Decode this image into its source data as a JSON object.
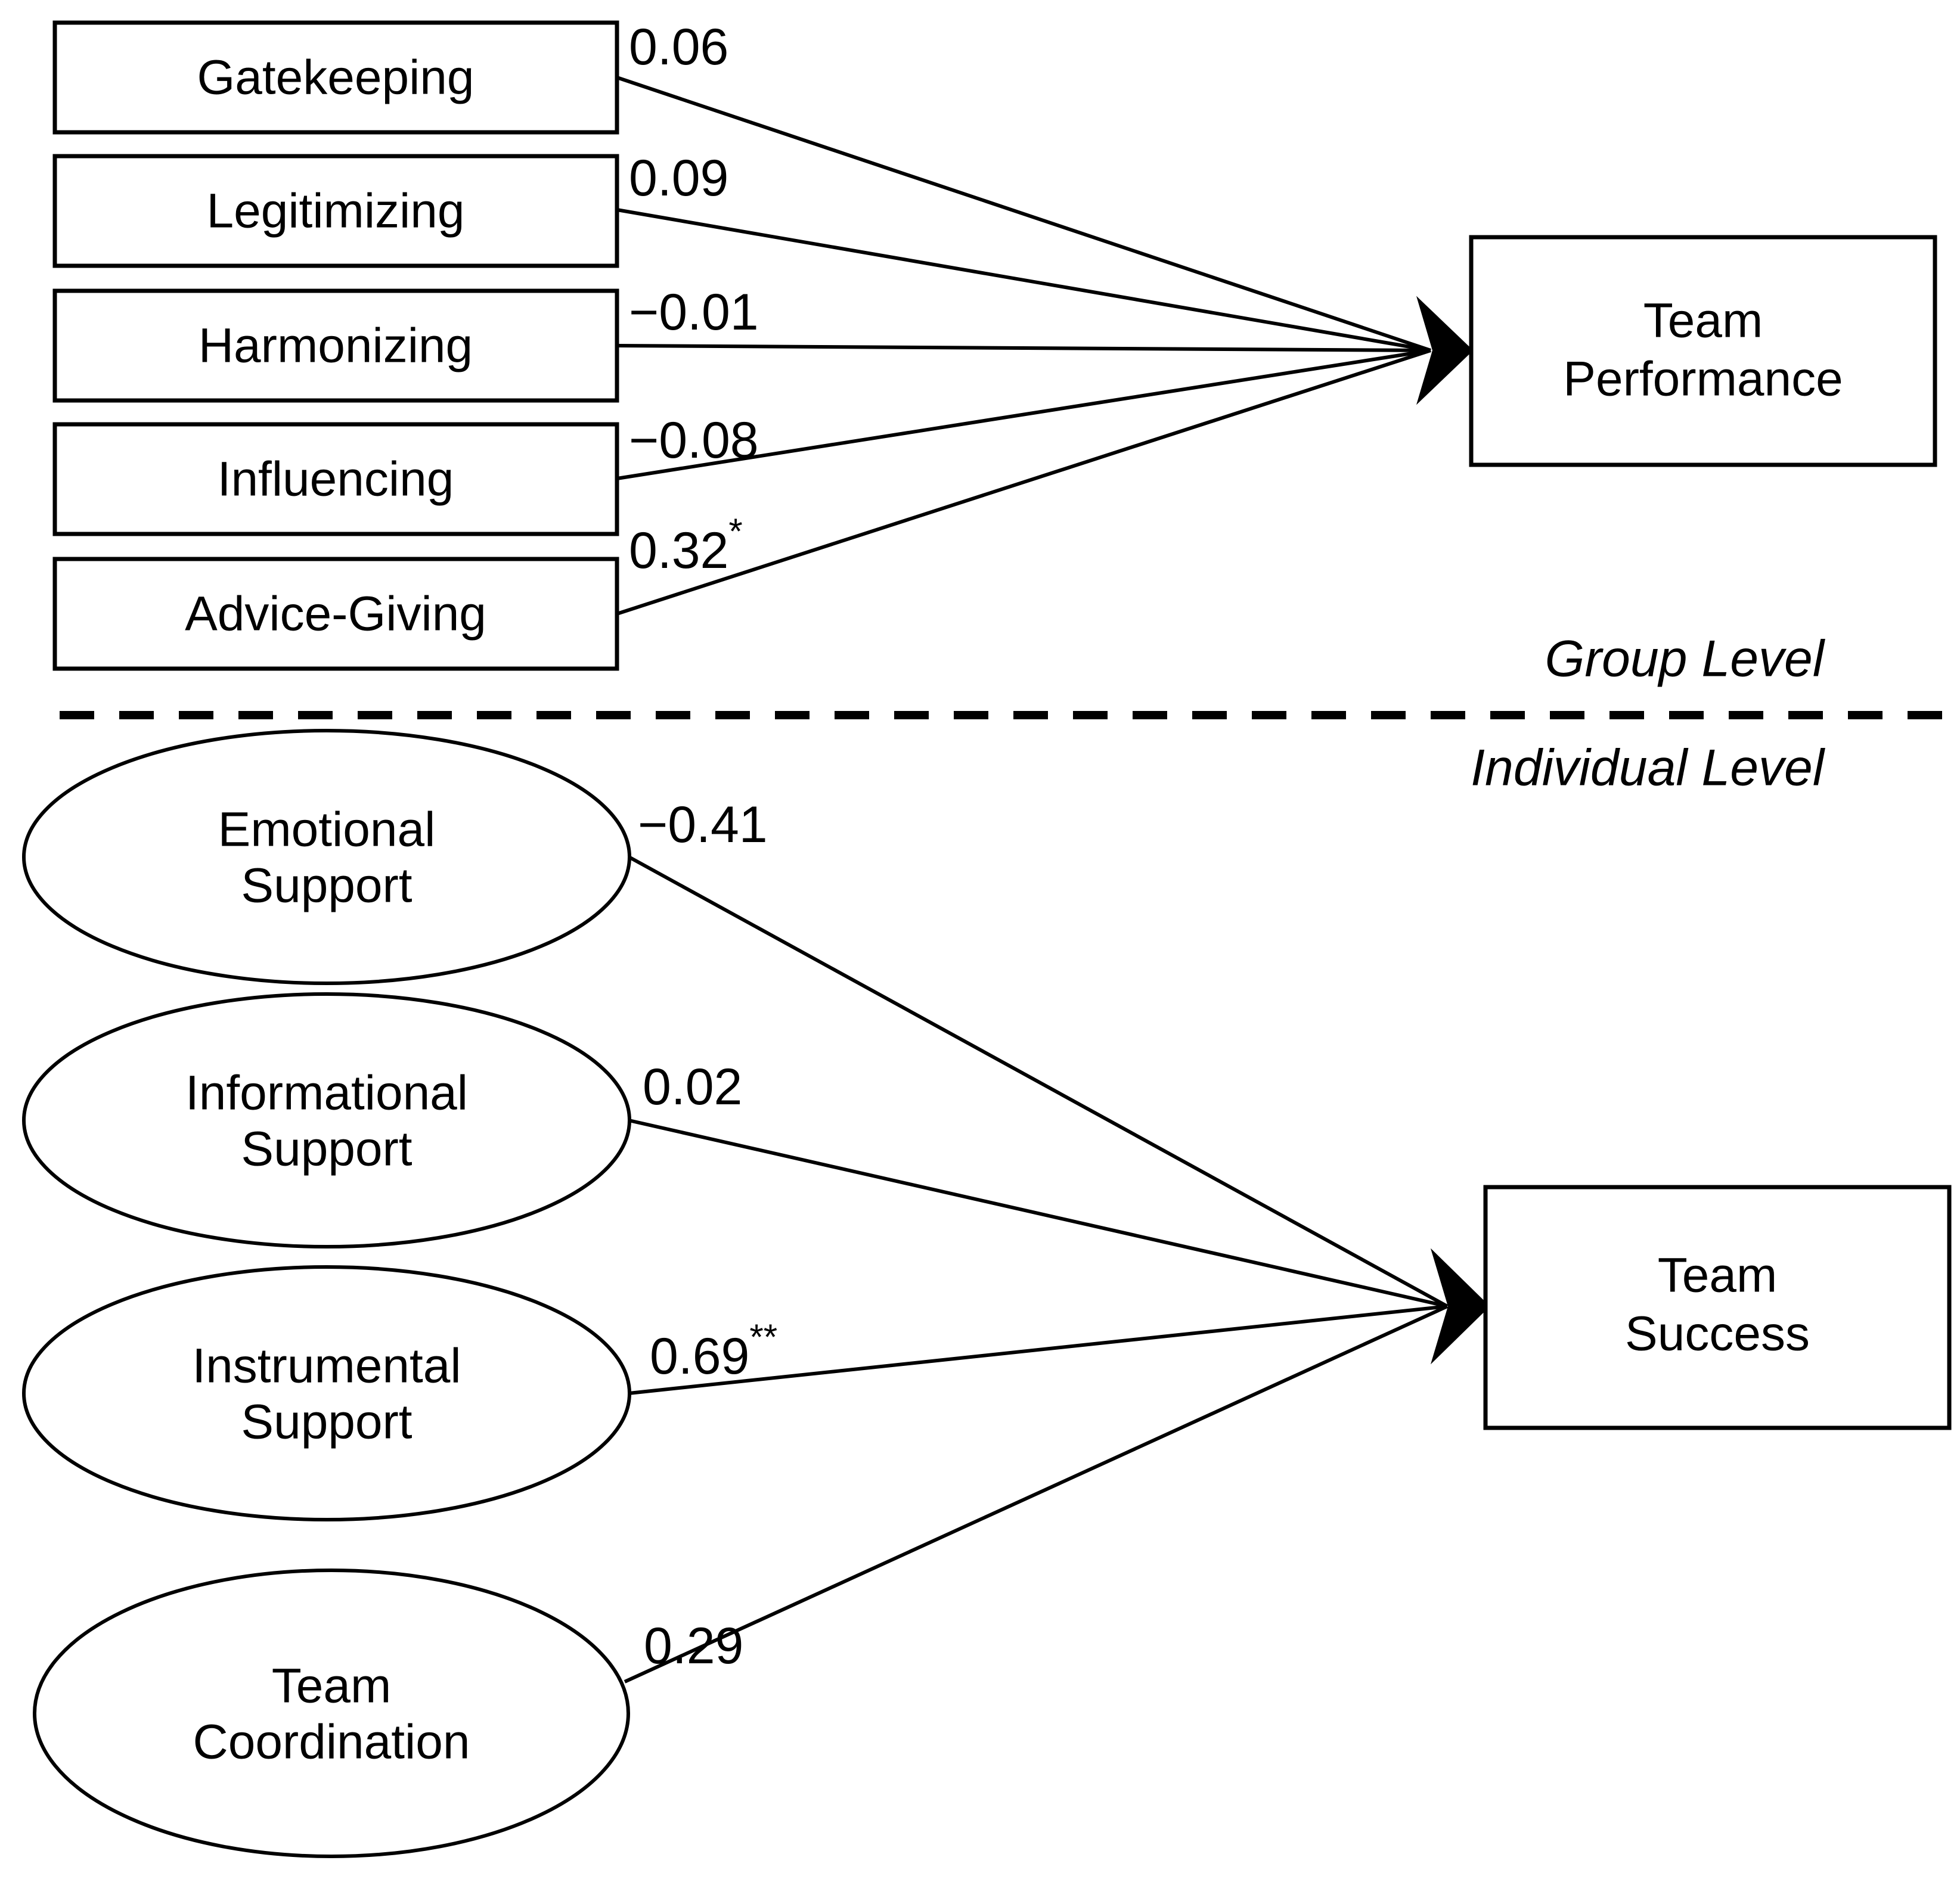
{
  "figure": {
    "title": "Multilevel path model of team communication behaviors and outcomes",
    "background_color": "#ffffff",
    "line_color": "#000000"
  },
  "levels": {
    "group_label": "Group Level",
    "individual_label": "Individual Level",
    "divider_style": "dashed"
  },
  "group_level": {
    "predictors": [
      {
        "label": "Gatekeeping",
        "shape": "rectangle"
      },
      {
        "label": "Legitimizing",
        "shape": "rectangle"
      },
      {
        "label": "Harmonizing",
        "shape": "rectangle"
      },
      {
        "label": "Influencing",
        "shape": "rectangle"
      },
      {
        "label": "Advice-Giving",
        "shape": "rectangle"
      }
    ],
    "outcome": {
      "line1": "Team",
      "line2": "Performance",
      "shape": "rectangle"
    },
    "coefficients": [
      {
        "value": "0.06",
        "stars": ""
      },
      {
        "value": "0.09",
        "stars": ""
      },
      {
        "value": "−0.01",
        "stars": ""
      },
      {
        "value": "−0.08",
        "stars": ""
      },
      {
        "value": "0.32",
        "stars": "*"
      }
    ]
  },
  "individual_level": {
    "predictors": [
      {
        "line1": "Emotional",
        "line2": "Support",
        "shape": "ellipse"
      },
      {
        "line1": "Informational",
        "line2": "Support",
        "shape": "ellipse"
      },
      {
        "line1": "Instrumental",
        "line2": "Support",
        "shape": "ellipse"
      },
      {
        "line1": "Team",
        "line2": "Coordination",
        "shape": "ellipse"
      }
    ],
    "outcome": {
      "line1": "Team",
      "line2": "Success",
      "shape": "rectangle"
    },
    "coefficients": [
      {
        "value": "−0.41",
        "stars": ""
      },
      {
        "value": "0.02",
        "stars": ""
      },
      {
        "value": "0.69",
        "stars": "**"
      },
      {
        "value": "0.29",
        "stars": ""
      }
    ]
  },
  "chart_data": {
    "type": "diagram",
    "diagram_kind": "multilevel-structural-equation-path-model",
    "title": "Multilevel path model of team communication behaviors and outcomes",
    "levels": [
      "Group Level",
      "Individual Level"
    ],
    "nodes": [
      {
        "id": "gatekeeping",
        "label": "Gatekeeping",
        "shape": "rectangle",
        "level": "Group Level",
        "role": "predictor"
      },
      {
        "id": "legitimizing",
        "label": "Legitimizing",
        "shape": "rectangle",
        "level": "Group Level",
        "role": "predictor"
      },
      {
        "id": "harmonizing",
        "label": "Harmonizing",
        "shape": "rectangle",
        "level": "Group Level",
        "role": "predictor"
      },
      {
        "id": "influencing",
        "label": "Influencing",
        "shape": "rectangle",
        "level": "Group Level",
        "role": "predictor"
      },
      {
        "id": "advice_giving",
        "label": "Advice-Giving",
        "shape": "rectangle",
        "level": "Group Level",
        "role": "predictor"
      },
      {
        "id": "team_performance",
        "label": "Team Performance",
        "shape": "rectangle",
        "level": "Group Level",
        "role": "outcome"
      },
      {
        "id": "emotional_support",
        "label": "Emotional Support",
        "shape": "ellipse",
        "level": "Individual Level",
        "role": "predictor"
      },
      {
        "id": "informational_support",
        "label": "Informational Support",
        "shape": "ellipse",
        "level": "Individual Level",
        "role": "predictor"
      },
      {
        "id": "instrumental_support",
        "label": "Instrumental Support",
        "shape": "ellipse",
        "level": "Individual Level",
        "role": "predictor"
      },
      {
        "id": "team_coordination",
        "label": "Team Coordination",
        "shape": "ellipse",
        "level": "Individual Level",
        "role": "predictor"
      },
      {
        "id": "team_success",
        "label": "Team Success",
        "shape": "rectangle",
        "level": "Individual Level",
        "role": "outcome"
      }
    ],
    "edges": [
      {
        "from": "gatekeeping",
        "to": "team_performance",
        "coefficient": 0.06,
        "label": "0.06",
        "significance": ""
      },
      {
        "from": "legitimizing",
        "to": "team_performance",
        "coefficient": 0.09,
        "label": "0.09",
        "significance": ""
      },
      {
        "from": "harmonizing",
        "to": "team_performance",
        "coefficient": -0.01,
        "label": "−0.01",
        "significance": ""
      },
      {
        "from": "influencing",
        "to": "team_performance",
        "coefficient": -0.08,
        "label": "−0.08",
        "significance": ""
      },
      {
        "from": "advice_giving",
        "to": "team_performance",
        "coefficient": 0.32,
        "label": "0.32*",
        "significance": "*"
      },
      {
        "from": "emotional_support",
        "to": "team_success",
        "coefficient": -0.41,
        "label": "−0.41",
        "significance": ""
      },
      {
        "from": "informational_support",
        "to": "team_success",
        "coefficient": 0.02,
        "label": "0.02",
        "significance": ""
      },
      {
        "from": "instrumental_support",
        "to": "team_success",
        "coefficient": 0.69,
        "label": "0.69**",
        "significance": "**"
      },
      {
        "from": "team_coordination",
        "to": "team_success",
        "coefficient": 0.29,
        "label": "0.29",
        "significance": ""
      }
    ]
  }
}
